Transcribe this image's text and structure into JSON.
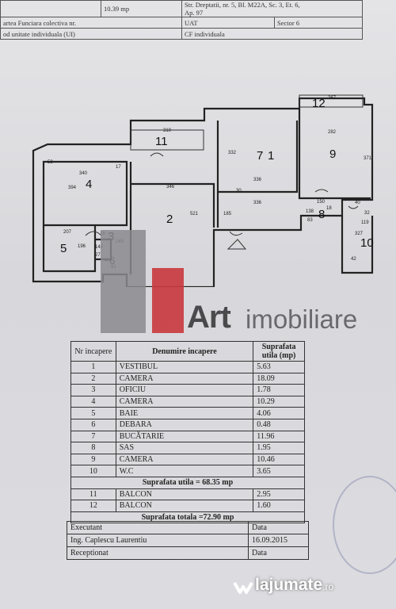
{
  "header": {
    "row0": {
      "value": "10.39 mp",
      "address": "Str. Dreptatii, nr. 5, Bl. M22A, Sc. 3, Et. 6,",
      "address2": "Ap. 97"
    },
    "row1": {
      "label": "artea Funciara colectiva nr.",
      "uat_label": "UAT",
      "sector": "Sector 6"
    },
    "row2": {
      "label": "od unitate individuala (UI)",
      "cf_label": "CF individuala"
    }
  },
  "plan": {
    "room_numbers": [
      "1",
      "2",
      "3",
      "4",
      "5",
      "6",
      "7",
      "8",
      "9",
      "10",
      "11",
      "12"
    ],
    "dims": [
      "53",
      "340",
      "17",
      "394",
      "346",
      "521",
      "310",
      "332",
      "336",
      "336",
      "185",
      "282",
      "371",
      "267",
      "207",
      "196",
      "148",
      "91",
      "150",
      "30",
      "40",
      "32",
      "119",
      "327",
      "42",
      "138",
      "83",
      "18",
      "16",
      "27",
      "145"
    ]
  },
  "watermark": {
    "brand": "Art",
    "suffix": "imobiliare"
  },
  "table": {
    "headers": {
      "nr": "Nr incapere",
      "name": "Denumire incapere",
      "area": "Suprafata utila (mp)"
    },
    "rows": [
      {
        "nr": "1",
        "name": "VESTIBUL",
        "area": "5.63"
      },
      {
        "nr": "2",
        "name": "CAMERA",
        "area": "18.09"
      },
      {
        "nr": "3",
        "name": "OFICIU",
        "area": "1.78"
      },
      {
        "nr": "4",
        "name": "CAMERA",
        "area": "10.29"
      },
      {
        "nr": "5",
        "name": "BAIE",
        "area": "4.06"
      },
      {
        "nr": "6",
        "name": "DEBARA",
        "area": "0.48"
      },
      {
        "nr": "7",
        "name": "BUCĂTARIE",
        "area": "11.96"
      },
      {
        "nr": "8",
        "name": "SAS",
        "area": "1.95"
      },
      {
        "nr": "9",
        "name": "CAMERA",
        "area": "10.46"
      },
      {
        "nr": "10",
        "name": "W.C",
        "area": "3.65"
      }
    ],
    "subtotal": "Suprafata utila = 68.35 mp",
    "balcony_rows": [
      {
        "nr": "11",
        "name": "BALCON",
        "area": "2.95"
      },
      {
        "nr": "12",
        "name": "BALCON",
        "area": "1.60"
      }
    ],
    "total": "Suprafata totala =72.90 mp"
  },
  "signatures": {
    "executant_label": "Executant",
    "data_label": "Data",
    "executant_name": "Ing. Caplescu Laurentiu",
    "date": "16.09.2015",
    "receptionat_label": "Receptionat",
    "data_label2": "Data"
  },
  "logo": {
    "name": "lajumate",
    "tld": ".ro"
  }
}
